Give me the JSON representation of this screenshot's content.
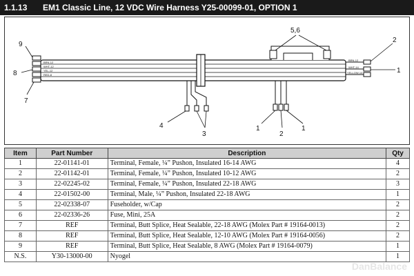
{
  "header": {
    "section": "1.1.13",
    "title": "EM1 Classic Line, 12 VDC Wire Harness Y25-00099-01, OPTION 1"
  },
  "diagram": {
    "callouts": {
      "c9": "9",
      "c8": "8",
      "c7": "7",
      "c56": "5,6",
      "c2": "2",
      "c1": "1",
      "c4": "4",
      "c3": "3",
      "cb1": "1",
      "cb2": "2",
      "cb1b": "1"
    },
    "wire_labels": {
      "l1": "BRN-12",
      "l2": "WHT-12",
      "l3": "YEL-12",
      "l4": "RED-8",
      "r1": "BRN-12",
      "r2": "WHT-14",
      "r3": "YELLOW-14"
    }
  },
  "table": {
    "headers": {
      "item": "Item",
      "part": "Part Number",
      "desc": "Description",
      "qty": "Qty"
    },
    "rows": [
      {
        "item": "1",
        "part": "22-01141-01",
        "desc": "Terminal, Female, ¼” Pushon, Insulated 16-14 AWG",
        "qty": "4"
      },
      {
        "item": "2",
        "part": "22-01142-01",
        "desc": "Terminal, Female, ¼” Pushon, Insulated 10-12 AWG",
        "qty": "2"
      },
      {
        "item": "3",
        "part": "22-02245-02",
        "desc": "Terminal, Female, ¼” Pushon, Insulated 22-18 AWG",
        "qty": "3"
      },
      {
        "item": "4",
        "part": "22-01502-00",
        "desc": "Terminal, Male, ¼” Pushon, Insulated 22-18 AWG",
        "qty": "1"
      },
      {
        "item": "5",
        "part": "22-02338-07",
        "desc": "Fuseholder, w/Cap",
        "qty": "2"
      },
      {
        "item": "6",
        "part": "22-02336-26",
        "desc": "Fuse, Mini, 25A",
        "qty": "2"
      },
      {
        "item": "7",
        "part": "REF",
        "desc": "Terminal, Butt Splice, Heat Sealable, 22-18 AWG (Molex Part # 19164-0013)",
        "qty": "2"
      },
      {
        "item": "8",
        "part": "REF",
        "desc": "Terminal, Butt Splice, Heat Sealable, 12-10 AWG (Molex Part # 19164-0056)",
        "qty": "2"
      },
      {
        "item": "9",
        "part": "REF",
        "desc": "Terminal, Butt Splice, Heat Sealable, 8 AWG (Molex Part # 19164-0079)",
        "qty": "1"
      },
      {
        "item": "N.S.",
        "part": "Y30-13000-00",
        "desc": "Nyogel",
        "qty": "1"
      }
    ]
  },
  "watermark": "DanBalance"
}
